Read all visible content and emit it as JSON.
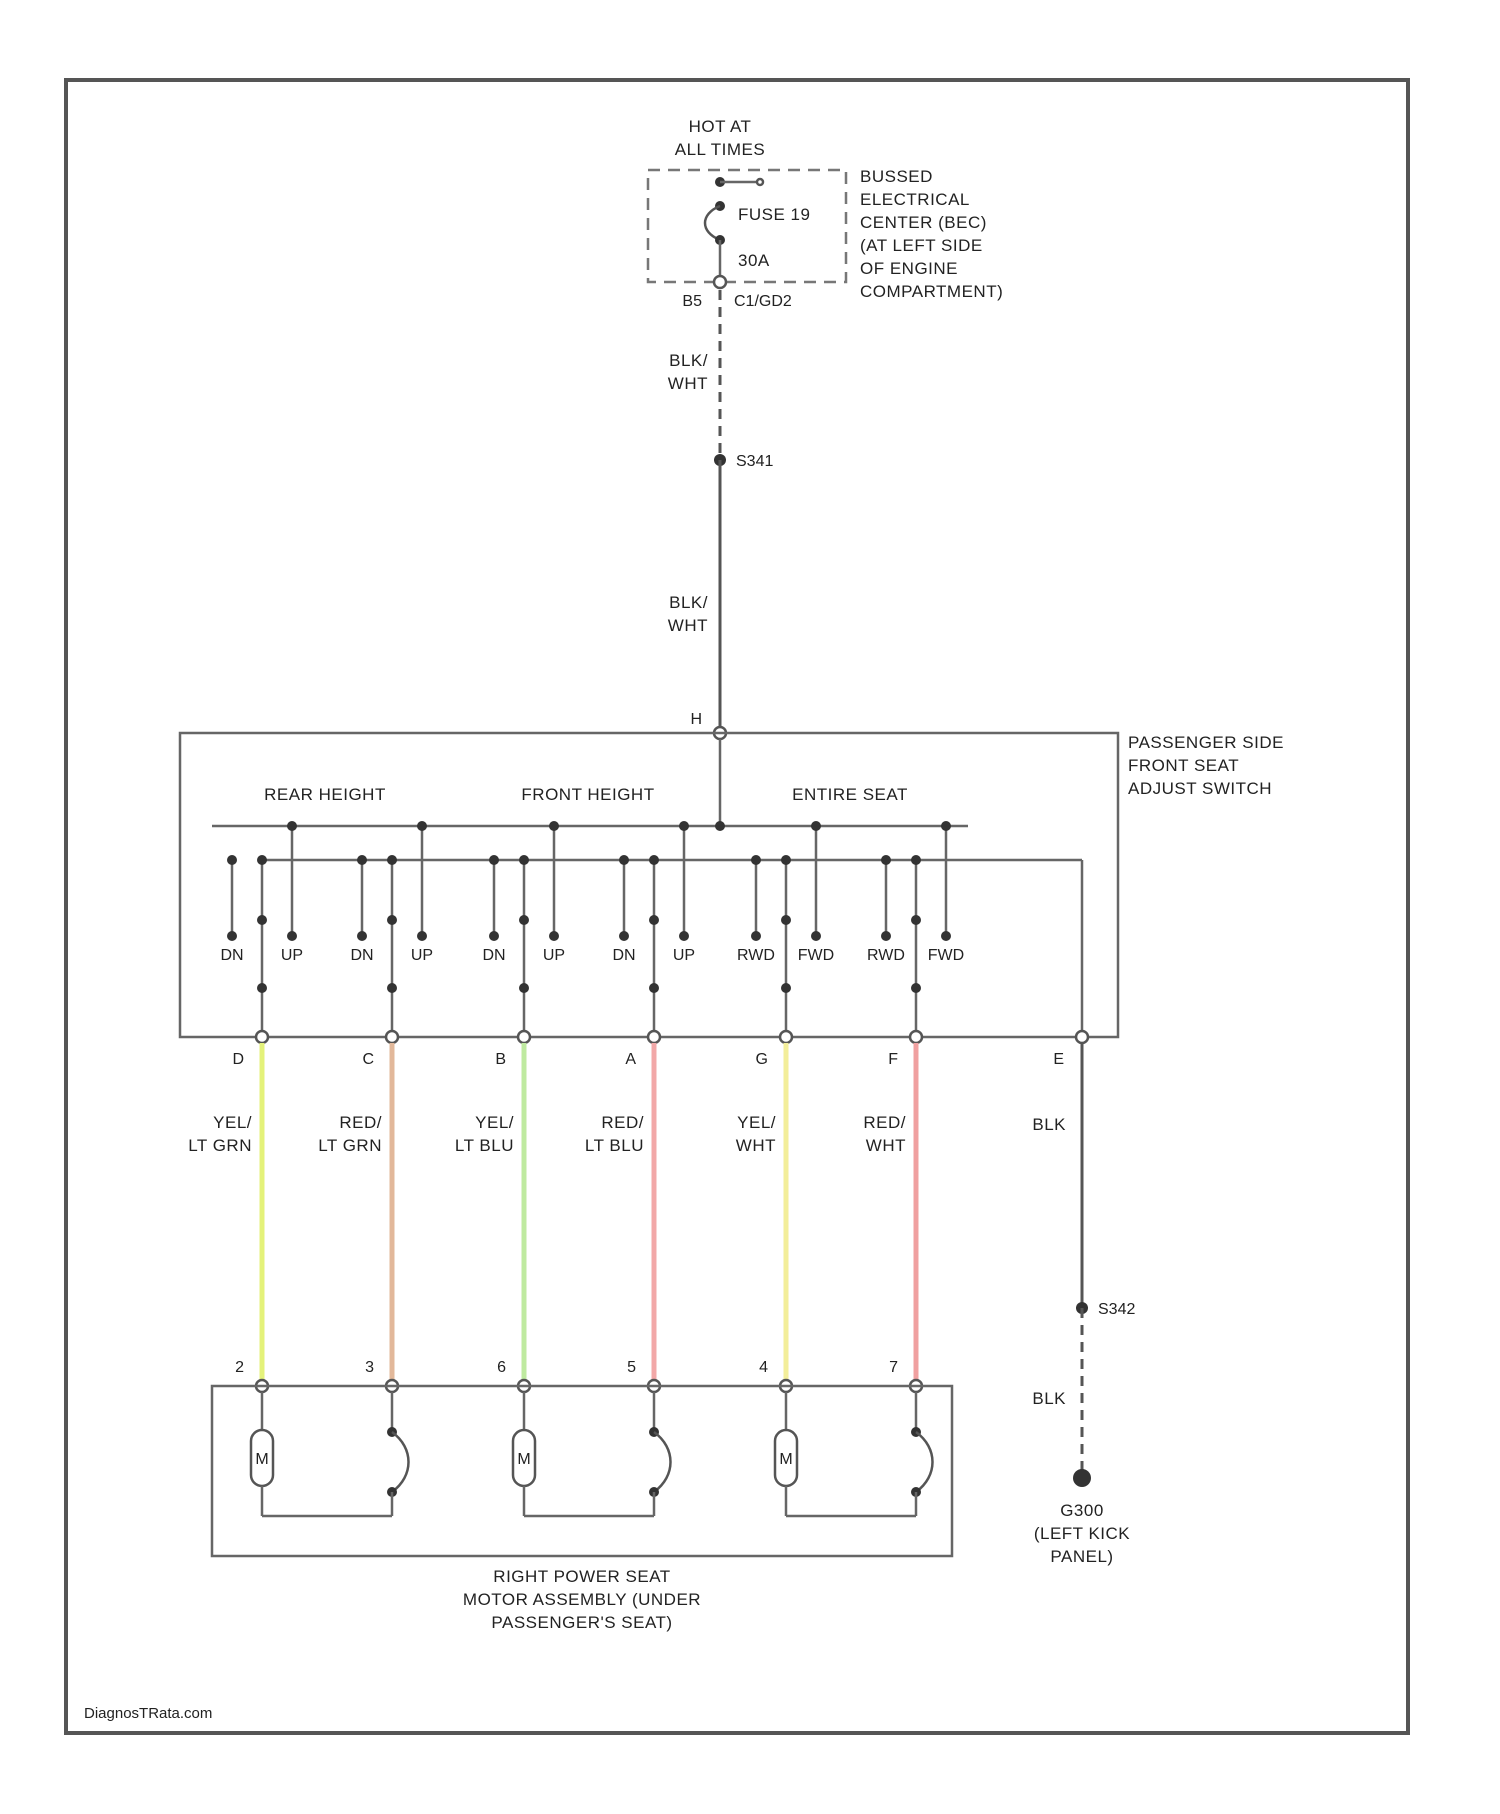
{
  "colors": {
    "yel_lt_grn": "#e4f27a",
    "red_lt_grn": "#e2b89a",
    "yel_lt_blu": "#bfeaa0",
    "red_lt_blu": "#f2a8a8",
    "yel_wht": "#f3ee9a",
    "red_wht": "#f0a0a0",
    "blk": "#555555",
    "frame": "#555555"
  },
  "power": {
    "hot_label": [
      "HOT AT",
      "ALL TIMES"
    ],
    "fuse_label": "FUSE 19",
    "fuse_rating": "30A",
    "bec_label": [
      "BUSSED",
      "ELECTRICAL",
      "CENTER (BEC)",
      "(AT LEFT SIDE",
      "OF ENGINE",
      "COMPARTMENT)"
    ],
    "connector_pin": "B5",
    "connector_id": "C1/GD2"
  },
  "top_wire": {
    "color_label_1": [
      "BLK/",
      "WHT"
    ],
    "splice": "S341",
    "color_label_2": [
      "BLK/",
      "WHT"
    ],
    "switch_pin": "H"
  },
  "switch": {
    "name": [
      "PASSENGER SIDE",
      "FRONT SEAT",
      "ADJUST SWITCH"
    ],
    "sections": [
      "REAR HEIGHT",
      "FRONT HEIGHT",
      "ENTIRE SEAT"
    ],
    "contacts": [
      "DN",
      "UP",
      "DN",
      "UP",
      "DN",
      "UP",
      "DN",
      "UP",
      "RWD",
      "FWD",
      "RWD",
      "FWD"
    ]
  },
  "harness": [
    {
      "pin": "D",
      "color": [
        "YEL/",
        "LT GRN"
      ],
      "motor_pin": "2"
    },
    {
      "pin": "C",
      "color": [
        "RED/",
        "LT GRN"
      ],
      "motor_pin": "3"
    },
    {
      "pin": "B",
      "color": [
        "YEL/",
        "LT BLU"
      ],
      "motor_pin": "6"
    },
    {
      "pin": "A",
      "color": [
        "RED/",
        "LT BLU"
      ],
      "motor_pin": "5"
    },
    {
      "pin": "G",
      "color": [
        "YEL/",
        "WHT"
      ],
      "motor_pin": "4"
    },
    {
      "pin": "F",
      "color": [
        "RED/",
        "WHT"
      ],
      "motor_pin": "7"
    }
  ],
  "ground_wire": {
    "pin": "E",
    "color_label_1": "BLK",
    "splice": "S342",
    "color_label_2": "BLK",
    "ground_id": "G300",
    "ground_location": [
      "(LEFT KICK",
      "PANEL)"
    ]
  },
  "motor": {
    "symbol": "M",
    "name": [
      "RIGHT POWER SEAT",
      "MOTOR ASSEMBLY (UNDER",
      "PASSENGER'S SEAT)"
    ]
  },
  "watermark": "DiagnosTRata.com"
}
